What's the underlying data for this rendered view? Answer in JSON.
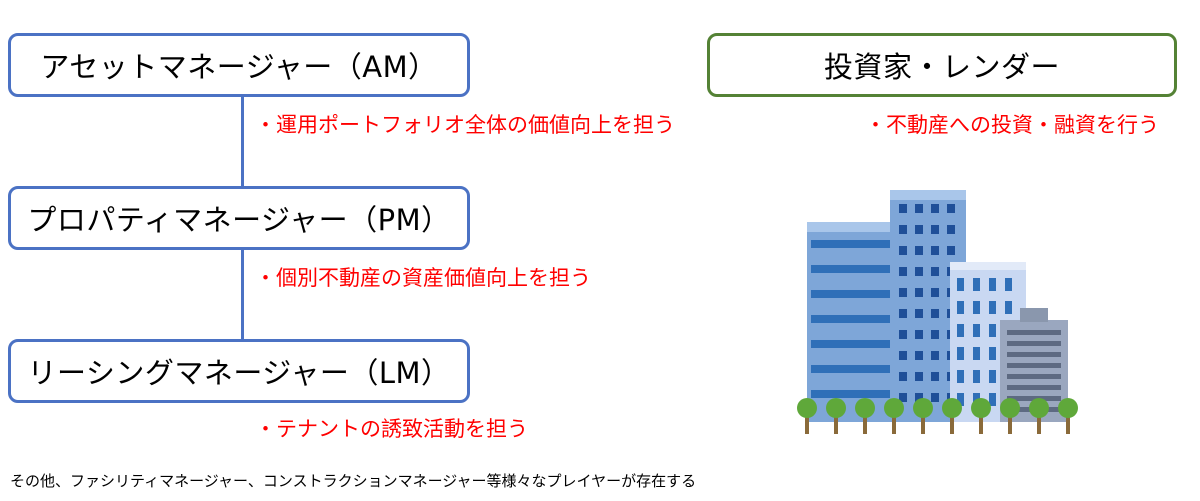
{
  "roles": {
    "am": {
      "label": "アセットマネージャー（AM）",
      "note": "・運用ポートフォリオ全体の価値向上を担う"
    },
    "pm": {
      "label": "プロパティマネージャー（PM）",
      "note": "・個別不動産の資産価値向上を担う"
    },
    "lm": {
      "label": "リーシングマネージャー（LM）",
      "note": "・テナントの誘致活動を担う"
    }
  },
  "investor": {
    "label": "投資家・レンダー",
    "note": "・不動産への投資・融資を行う"
  },
  "footer": {
    "text": "その他、ファシリティマネージャー、コンストラクションマネージャー等様々なプレイヤーが存在する"
  },
  "colors": {
    "role_border": "#4b72c4",
    "investor_border": "#548235",
    "note_text": "#ff0000"
  },
  "illustration": {
    "icon": "office-buildings-icon"
  }
}
